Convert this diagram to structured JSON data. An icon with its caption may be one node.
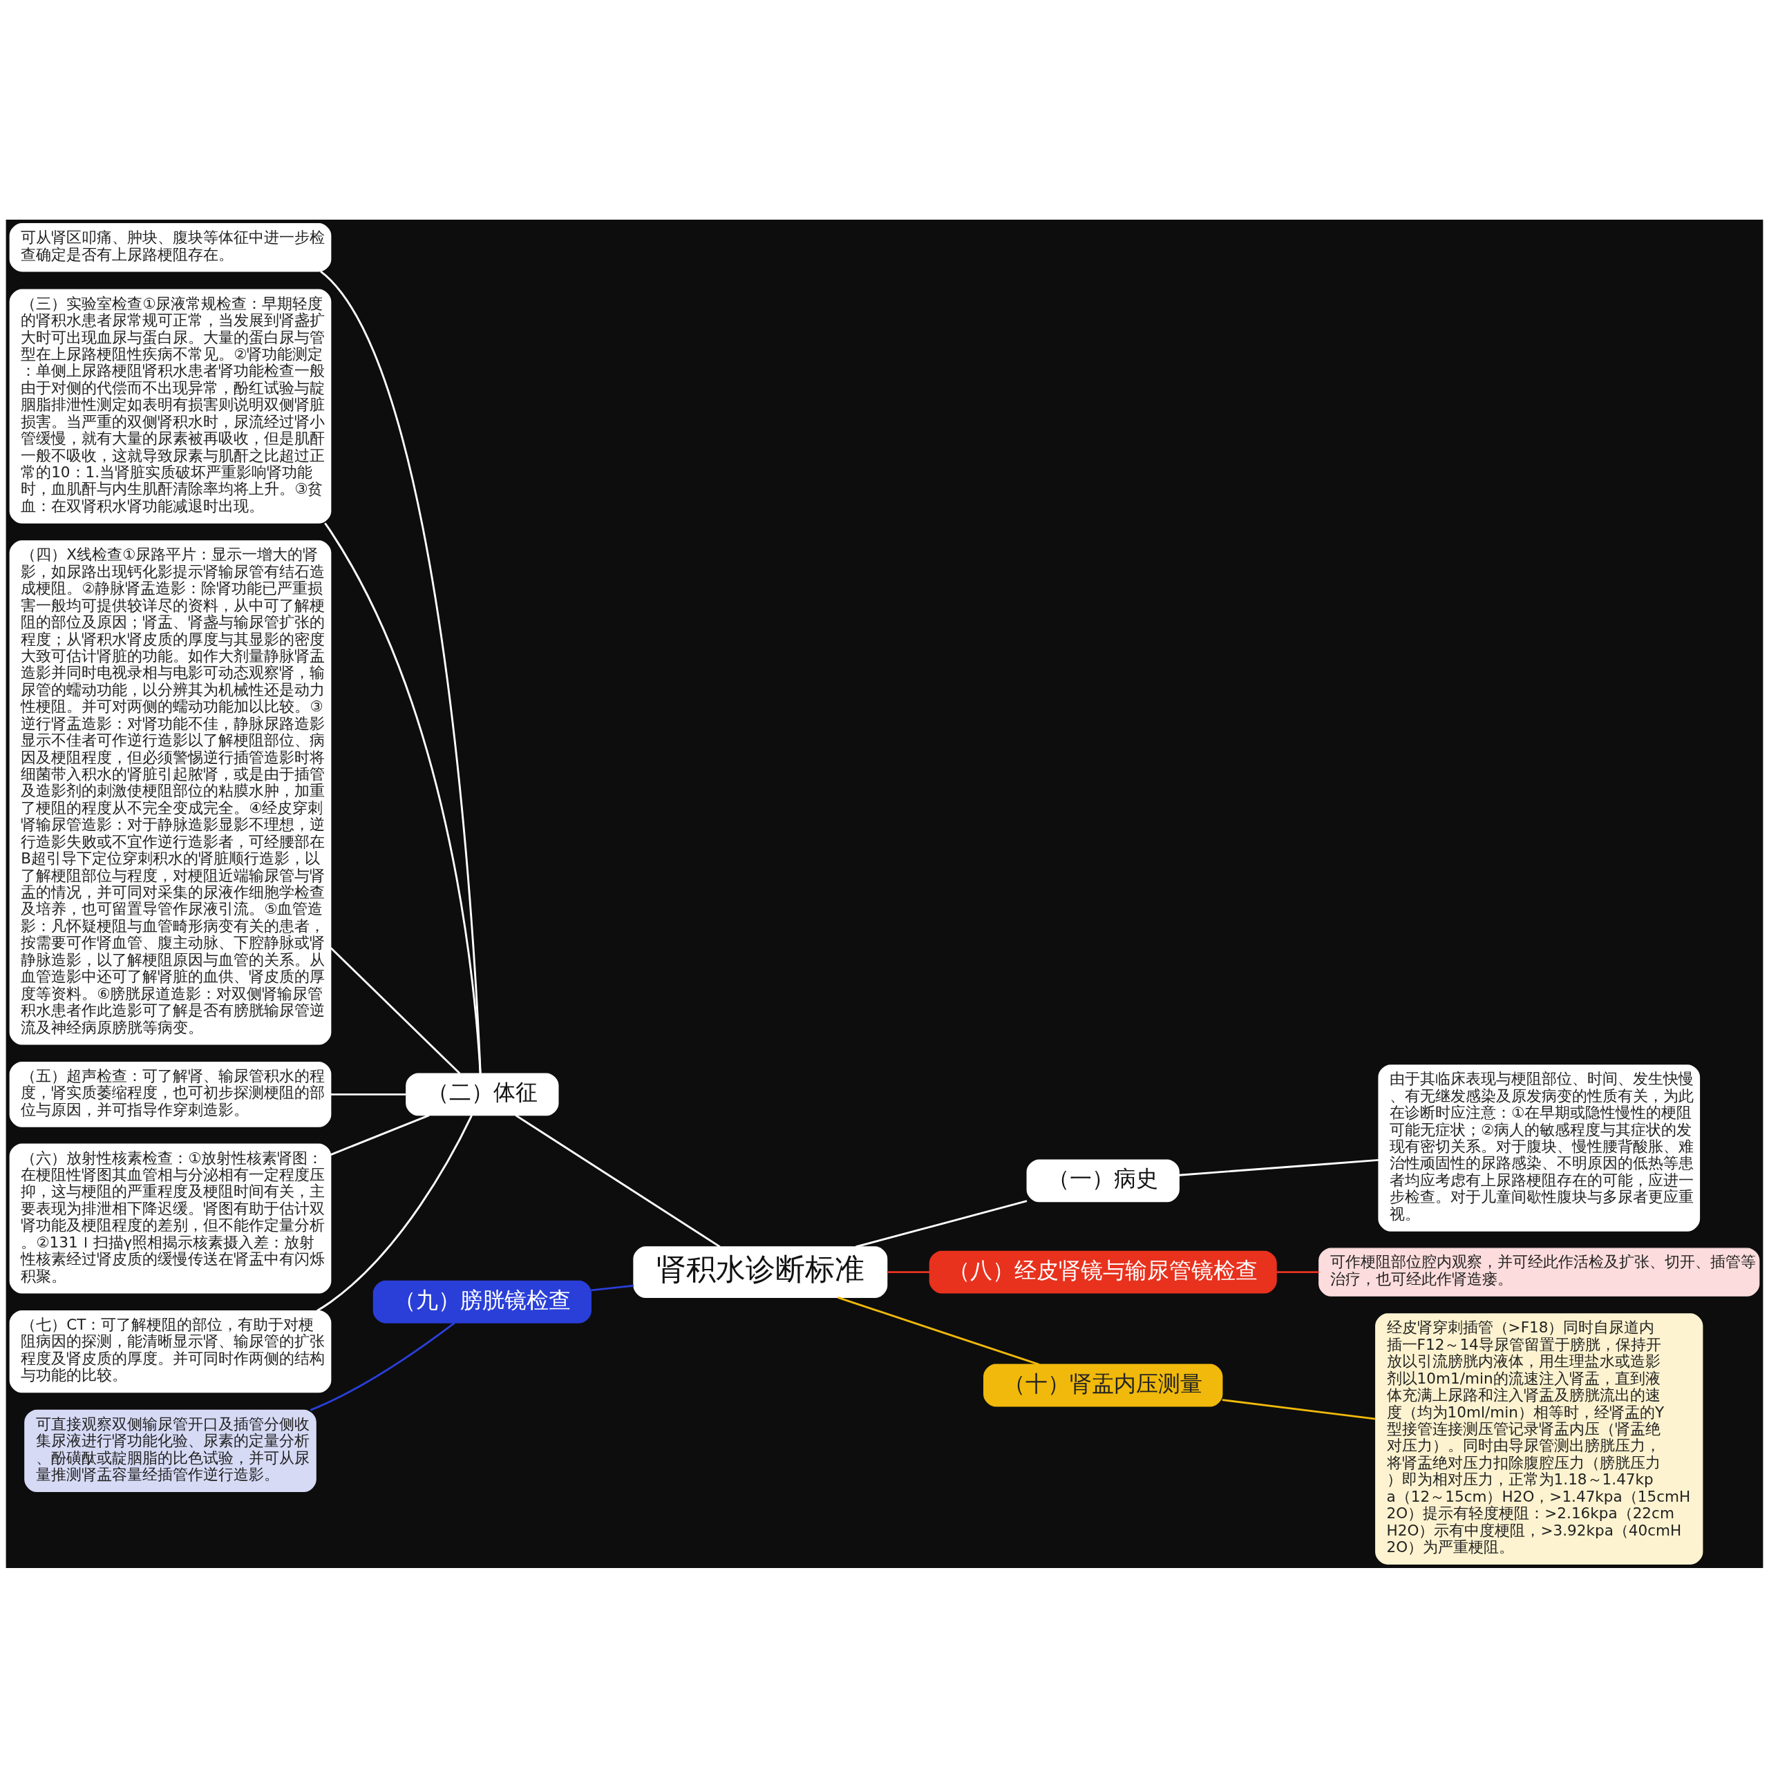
{
  "diagram": {
    "nodes": [
      {
        "text": [
          "肾积水诊断标准"
        ]
      },
      {
        "text": [
          "（二）体征"
        ]
      },
      {
        "text": [
          "可从肾区叩痛、肿块、腹块等体征中进一步检查确定是否有上尿路梗阻存在。"
        ]
      },
      {
        "text": [
          "（三）实验室检查①尿液常规检查：早期轻度的肾积水患者尿常规可正常，当发展到肾盏扩大时可出现血尿与蛋白尿。大量的蛋白尿与管型在上尿路梗阻性疾病不常见。②肾功能测定：单侧上尿路梗阻肾积水患者肾功能检查一般由于对侧的代偿而不出现异常，酚红试验与靛胭脂排泄性测定如表明有损害则说明双侧肾脏损害。当严重的双侧肾积水时，尿流经过肾小管缓慢，就有大量的尿素被再吸收，但是肌酐一般不吸收，这就导致尿素与肌酐之比超过正常的10：1.当肾脏实质破坏严重影响肾功能时，血肌酐与内生肌酐清除率均将上升。③贫血：在双肾积水肾功能减退时出现。"
        ]
      },
      {
        "text": [
          "（四）X线检查①尿路平片：显示一增大的肾影，如尿路出现钙化影提示肾输尿管有结石造成梗阻。②静脉肾盂造影：除肾功能已严重损害一般均可提供较详尽的资料，从中可了解梗阻的部位及原因；肾盂、肾盏与输尿管扩张的程度；从肾积水肾皮质的厚度与其显影的密度大致可估计肾脏的功能。如作大剂量静脉肾盂造影并同时电视录相与电影可动态观察肾，输尿管的蠕动功能，以分辨其为机械性还是动力性梗阻。并可对两侧的蠕动功能加以比较。③逆行肾盂造影：对肾功能不佳，静脉尿路造影显示不佳者可作逆行造影以了解梗阻部位、病因及梗阻程度，但必须警惕逆行插管造影时将细菌带入积水的肾脏引起脓肾，或是由于插管及造影剂的刺激使梗阻部位的粘膜水肿，加重了梗阻的程度从不完全变成完全。④经皮穿刺肾输尿管造影：对于静脉造影显影不理想，逆行造影失败或不宜作逆行造影者，可经腰部在B超引导下定位穿刺积水的肾脏顺行造影，以了解梗阻部位与程度，对梗阻近端输尿管与肾盂的情况，并可同对采集的尿液作细胞学检查及培养，也可留置导管作尿液引流。⑤血管造影：凡怀疑梗阻与血管畸形病变有关的患者，按需要可作肾血管、腹主动脉、下腔静脉或肾静脉造影，以了解梗阻原因与血管的关系。从血管造影中还可了解肾脏的血供、肾皮质的厚度等资料。⑥膀胱尿道造影：对双侧肾输尿管积水患者作此造影可了解是否有膀胱输尿管逆流及神经病原膀胱等病变。"
        ]
      },
      {
        "text": [
          "（五）超声检查：可了解肾、输尿管积水的程度，肾实质萎缩程度，也可初步探测梗阻的部位与原因，并可指导作穿刺造影。"
        ]
      },
      {
        "text": [
          "（六）放射性核素检查：①放射性核素肾图：在梗阻性肾图其血管相与分泌相有一定程度压抑，这与梗阻的严重程度及梗阻时间有关，主要表现为排泄相下降迟缓。肾图有助于估计双肾功能及梗阻程度的差别，但不能作定量分析。②131Ｉ扫描γ照相揭示核素摄入差：放射性核素经过肾皮质的缓慢传送在肾盂中有闪烁积聚。"
        ]
      },
      {
        "text": [
          "（七）CT：可了解梗阻的部位，有助于对梗阻病因的探测，能清晰显示肾、输尿管的扩张程度及肾皮质的厚度。并可同时作两侧的结构与功能的比较。"
        ]
      },
      {
        "text": [
          "（一）病史"
        ]
      },
      {
        "text": [
          "由于其临床表现与梗阻部位、时间、发生快慢、有无继发感染及原发病变的性质有关，为此在诊断时应注意：①在早期或隐性慢性的梗阻可能无症状；②病人的敏感程度与其症状的发现有密切关系。对于腹块、慢性腰背酸胀、难治性顽固性的尿路感染、不明原因的低热等患者均应考虑有上尿路梗阻存在的可能，应进一步检查。对于儿童间歇性腹块与多尿者更应重视。"
        ]
      },
      {
        "text": [
          "（八）经皮肾镜与输尿管镜检查"
        ]
      },
      {
        "text": [
          "可作梗阻部位腔内观察，并可经此作活检及扩张、切开、插管等治疗，也可经此作肾造瘘。"
        ]
      },
      {
        "text": [
          "（十）肾盂内压测量"
        ]
      },
      {
        "text": [
          "经皮肾穿刺插管（>F18）同时自尿道内插一F12～14导尿管留置于膀胱，保持开放以引流膀胱内液体，用生理盐水或造影剂以10m1/min的流速注入肾盂，直到液体充满上尿路和注入肾盂及膀胱流出的速度（均为10ml/min）相等时，经肾盂的Y型接管连接测压管记录肾盂内压（肾盂绝对压力）。同时由导尿管测出膀胱压力，将肾盂绝对压力扣除腹腔压力（膀胱压力）即为相对压力，正常为1.18～1.47kpa（12～15cm）H2O，>1.47kpa（15cmH2O）提示有轻度梗阻：>2.16kpa（22cmH2O）示有中度梗阻，>3.92kpa（40cmH2O）为严重梗阻。"
        ]
      },
      {
        "text": [
          "（九）膀胱镜检查"
        ]
      },
      {
        "text": [
          "可直接观察双侧输尿管开口及插管分侧收集尿液进行肾功能化验、尿素的定量分析、酚磺酞或靛胭脂的比色试验，并可从尿量推测肾盂容量经插管作逆行造影。"
        ]
      }
    ],
    "edges": [
      {
        "from": 0,
        "to": 1,
        "arrow": "none"
      },
      {
        "from": 1,
        "to": 2,
        "arrow": "none"
      },
      {
        "from": 1,
        "to": 3,
        "arrow": "none"
      },
      {
        "from": 1,
        "to": 4,
        "arrow": "none"
      },
      {
        "from": 1,
        "to": 5,
        "arrow": "none"
      },
      {
        "from": 1,
        "to": 6,
        "arrow": "none"
      },
      {
        "from": 1,
        "to": 7,
        "arrow": "none"
      },
      {
        "from": 0,
        "to": 8,
        "arrow": "none"
      },
      {
        "from": 8,
        "to": 9,
        "arrow": "none"
      },
      {
        "from": 0,
        "to": 10,
        "arrow": "none",
        "color": "#e8321e"
      },
      {
        "from": 10,
        "to": 11,
        "arrow": "none",
        "color": "#e8321e"
      },
      {
        "from": 0,
        "to": 12,
        "arrow": "none",
        "color": "#f0b90b"
      },
      {
        "from": 12,
        "to": 13,
        "arrow": "none",
        "color": "#f0b90b"
      },
      {
        "from": 0,
        "to": 14,
        "arrow": "none",
        "color": "#2a3fd8"
      },
      {
        "from": 14,
        "to": 15,
        "arrow": "none",
        "color": "#2a3fd8"
      }
    ]
  }
}
